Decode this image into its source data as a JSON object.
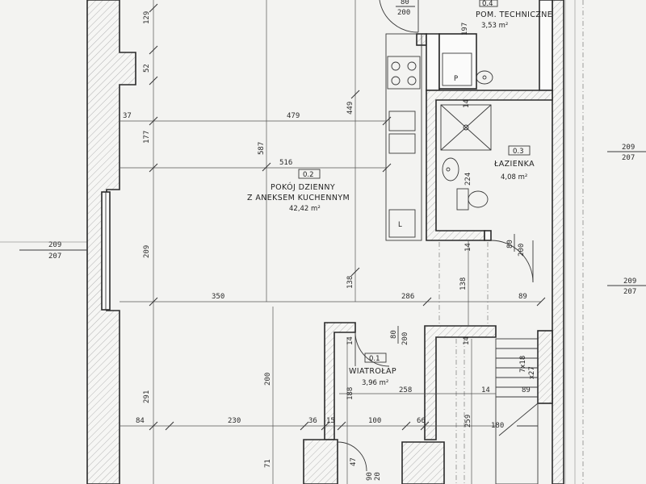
{
  "rooms": [
    {
      "id": "r02",
      "number": "0.2",
      "name_line1": "POKÓJ DZIENNY",
      "name_line2": "Z ANEKSEM KUCHENNYM",
      "area": "42,42 m²"
    },
    {
      "id": "r03",
      "number": "0.3",
      "name_line1": "ŁAZIENKA",
      "area": "4,08 m²"
    },
    {
      "id": "r04",
      "number": "0.4",
      "name_line1": "POM. TECHNICZNE",
      "area": "3,53 m²"
    },
    {
      "id": "r01",
      "number": "0.1",
      "name_line1": "WIATROŁAP",
      "area": "3,96 m²"
    }
  ],
  "dimensions": {
    "d129": "129",
    "d52": "52",
    "d37": "37",
    "d177": "177",
    "d479": "479",
    "d449": "449",
    "d587": "587",
    "d516": "516",
    "d209a": "209",
    "d350": "350",
    "d286": "286",
    "d89a": "89",
    "d138a": "138",
    "d138b": "138",
    "d200": "200",
    "d291": "291",
    "d84": "84",
    "d230": "230",
    "d36": "36",
    "d15": "15",
    "d100": "100",
    "d66": "66",
    "d259": "259",
    "d180": "180",
    "d71": "71",
    "d188": "188",
    "d258": "258",
    "d14a": "14",
    "d14b": "14",
    "d14c": "14",
    "d14d": "14",
    "d14e": "14",
    "d224": "224",
    "d197": "197",
    "d47": "47",
    "d89b": "89",
    "d90": "90",
    "d20": "20"
  },
  "doors": {
    "top": {
      "w": "80",
      "h": "200"
    },
    "bath": {
      "w": "80",
      "h": "200"
    },
    "hall": {
      "w": "80",
      "h": "200"
    }
  },
  "fixtures": {
    "p_label": "P",
    "l_label": "L"
  },
  "stairs": {
    "label_a": "7x18",
    "label_b": "x27"
  },
  "levels": {
    "left_top": "209",
    "left_bottom": "207",
    "right1_top": "209",
    "right1_bottom": "207",
    "right2_top": "209",
    "right2_bottom": "207"
  }
}
